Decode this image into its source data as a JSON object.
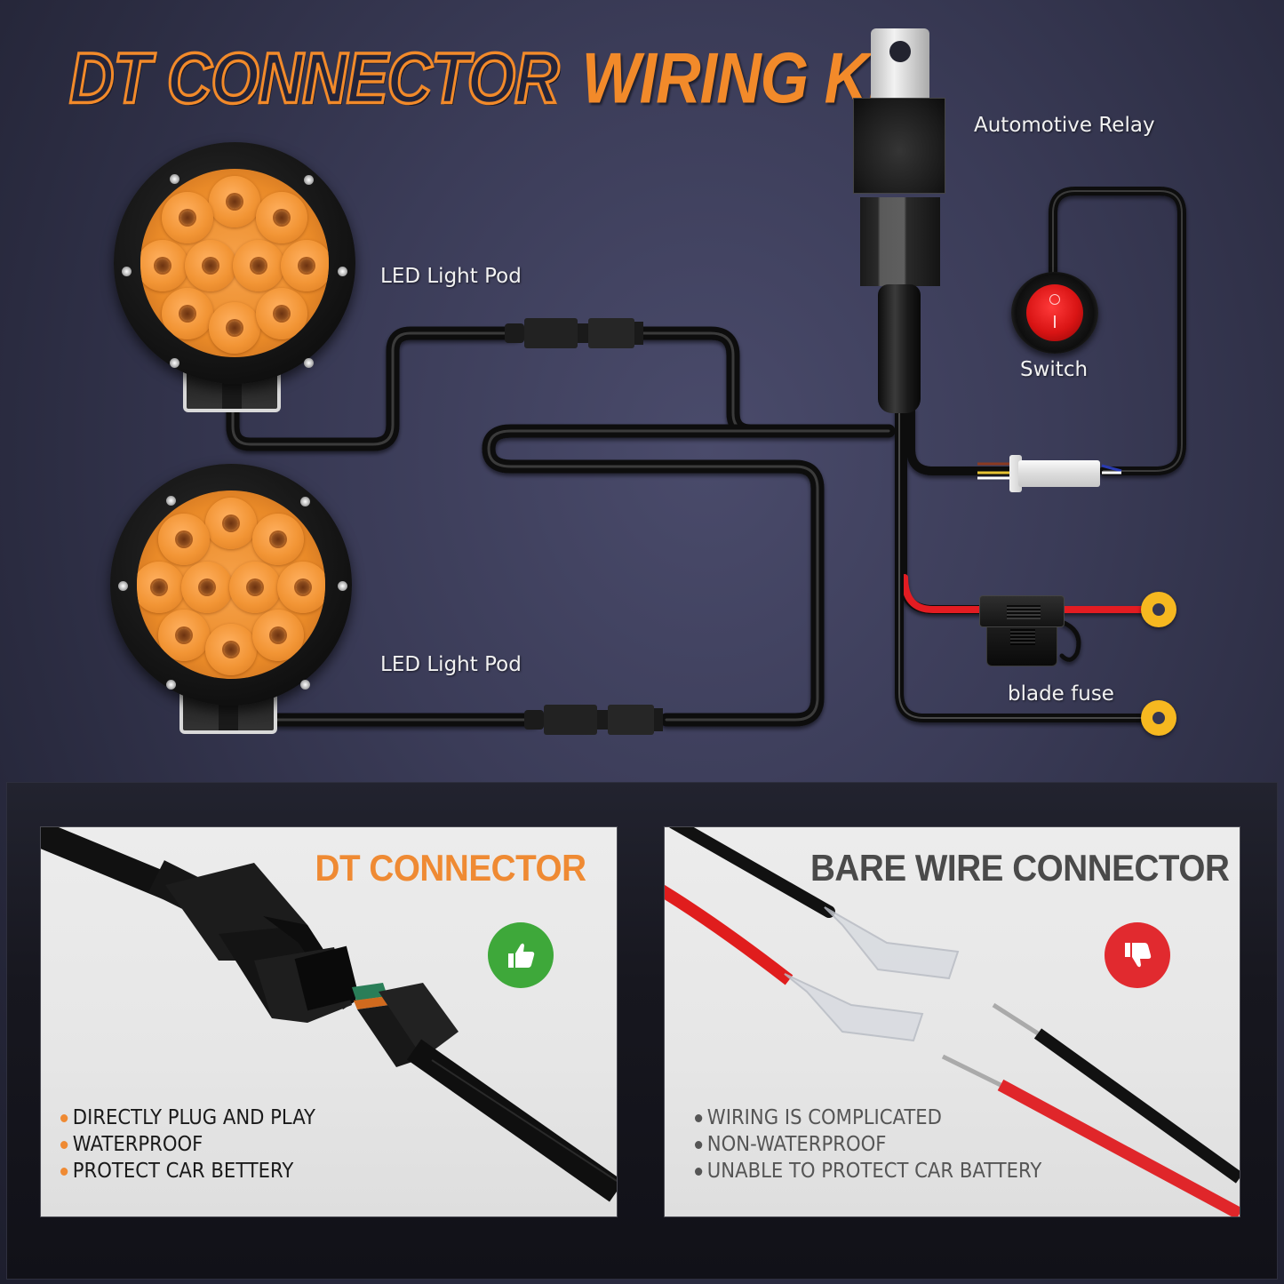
{
  "header": {
    "title_outline": "DT CONNECTOR",
    "title_solid": "WIRING KIT"
  },
  "diagram": {
    "labels": {
      "relay": "Automotive Relay",
      "pod_top": "LED Light Pod",
      "pod_bottom": "LED Light Pod",
      "switch": "Switch",
      "fuse": "blade fuse"
    },
    "components": [
      {
        "id": "relay",
        "icon": "relay-icon"
      },
      {
        "id": "pod_top",
        "icon": "led-light-pod-icon"
      },
      {
        "id": "pod_bottom",
        "icon": "led-light-pod-icon"
      },
      {
        "id": "switch",
        "icon": "rocker-switch-icon"
      },
      {
        "id": "fuse",
        "icon": "blade-fuse-icon"
      },
      {
        "id": "ring_terminal_positive",
        "icon": "ring-terminal-icon"
      },
      {
        "id": "ring_terminal_negative",
        "icon": "ring-terminal-icon"
      }
    ],
    "colors": {
      "accent_orange": "#f28a2a",
      "led_amber": "#f29535",
      "switch_red": "#d91414",
      "fuse_wire_red": "#e31e24",
      "terminal_yellow": "#f6b820"
    }
  },
  "comparison": {
    "good": {
      "title": "DT CONNECTOR",
      "icon": "thumbs-up-icon",
      "badge_color": "#3ea83a",
      "points": [
        "DIRECTLY PLUG AND PLAY",
        "WATERPROOF",
        "PROTECT CAR BETTERY"
      ]
    },
    "bad": {
      "title": "BARE WIRE CONNECTOR",
      "icon": "thumbs-down-icon",
      "badge_color": "#e12a2f",
      "points": [
        "WIRING IS COMPLICATED",
        "NON-WATERPROOF",
        "UNABLE TO PROTECT CAR BATTERY"
      ]
    }
  }
}
